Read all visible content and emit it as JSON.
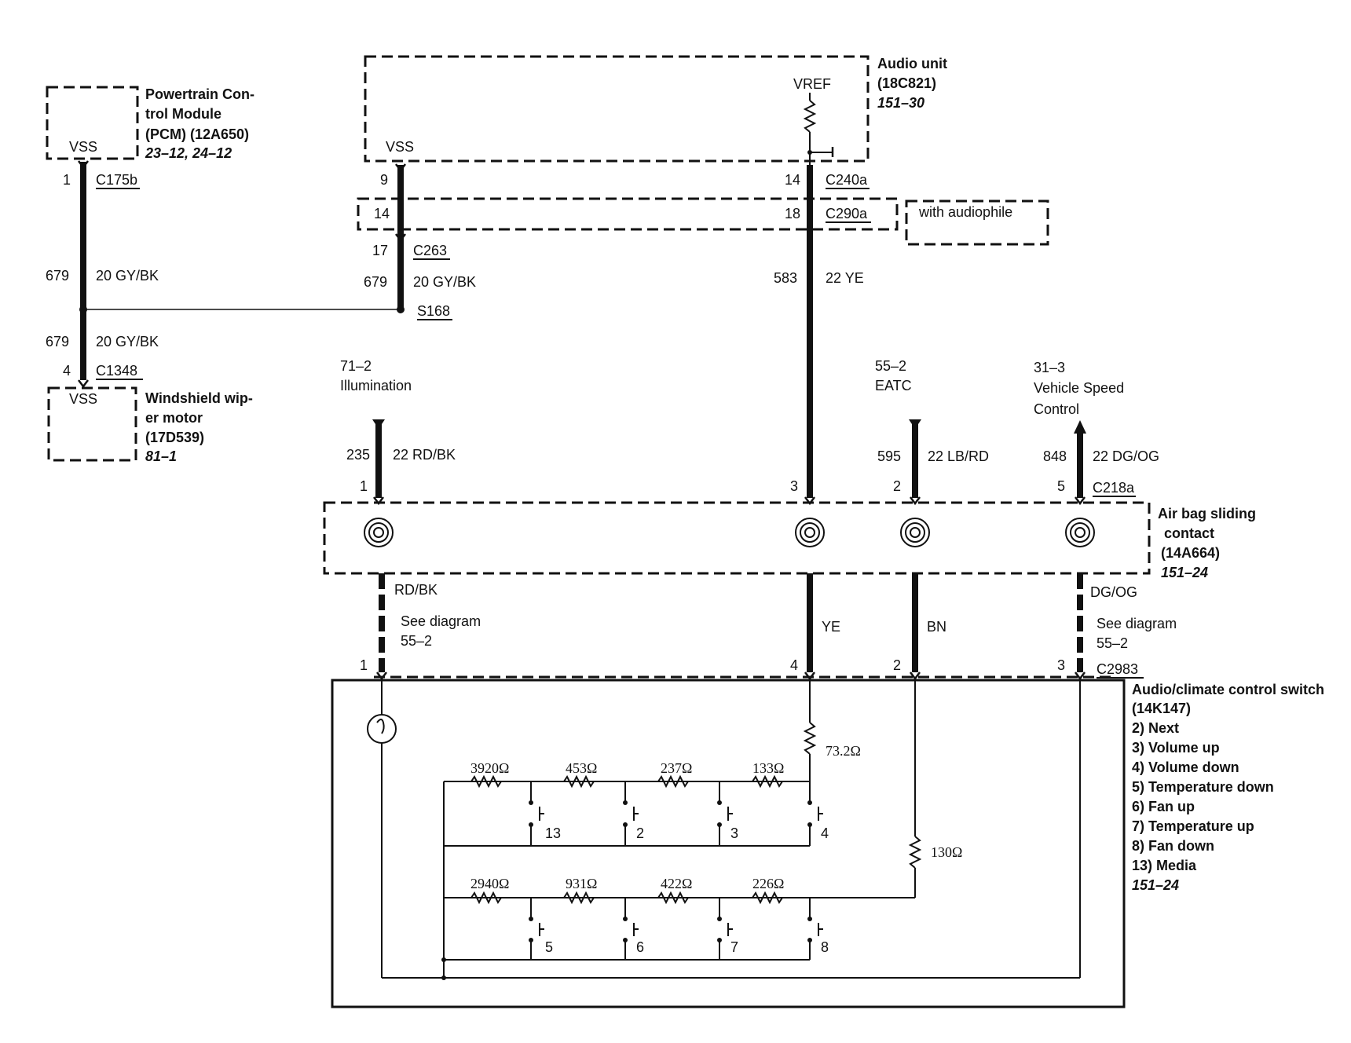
{
  "modules": {
    "pcm": {
      "lines": [
        "Powertrain Con-",
        "trol Module",
        "(PCM) (12A650)"
      ],
      "ref": "23–12, 24–12",
      "pin": "VSS"
    },
    "audio_unit": {
      "lines": [
        "Audio unit",
        "(18C821)"
      ],
      "ref": "151–30",
      "pin_vss": "VSS",
      "pin_vref": "VREF"
    },
    "wiper": {
      "lines": [
        "Windshield wip-",
        "er motor",
        "(17D539)"
      ],
      "ref": "81–1",
      "pin": "VSS"
    },
    "airbag": {
      "lines": [
        "Air bag sliding",
        "contact",
        "(14A664)"
      ],
      "ref": "151–24"
    },
    "switch": {
      "lines": [
        "Audio/climate control switch",
        "(14K147)"
      ],
      "ref": "151–24",
      "items": [
        "2)   Next",
        "3)   Volume up",
        "4)   Volume down",
        "5)   Temperature down",
        "6)   Fan up",
        "7)   Temperature up",
        "8)   Fan down",
        "13) Media"
      ]
    }
  },
  "audiophile_note": "with audiophile",
  "connectors": {
    "c175b": {
      "name": "C175b",
      "pin": "1"
    },
    "c1348": {
      "name": "C1348",
      "pin": "4"
    },
    "c240a": {
      "name": "C240a",
      "pin_left": "9",
      "pin_right": "14"
    },
    "c290a": {
      "name": "C290a",
      "pin_left": "14",
      "pin_right": "18"
    },
    "c263": {
      "name": "C263",
      "pin": "17"
    },
    "s168": {
      "name": "S168"
    },
    "c218a": {
      "name": "C218a",
      "pins": [
        "1",
        "3",
        "2",
        "5"
      ]
    },
    "c2983": {
      "name": "C2983",
      "pins": [
        "1",
        "4",
        "2",
        "3"
      ]
    }
  },
  "wires": {
    "pcm_upper": {
      "circuit": "679",
      "color": "20 GY/BK"
    },
    "pcm_lower": {
      "circuit": "679",
      "color": "20 GY/BK"
    },
    "audio_vss": {
      "circuit": "679",
      "color": "20 GY/BK"
    },
    "audio_vref": {
      "circuit": "583",
      "color": "22 YE"
    },
    "illum": {
      "circuit": "235",
      "color": "22 RD/BK"
    },
    "eatc": {
      "circuit": "595",
      "color": "22 LB/RD"
    },
    "vsc": {
      "circuit": "848",
      "color": "22 DG/OG"
    }
  },
  "refs": {
    "illum": {
      "ref": "71–2",
      "name": "Illumination"
    },
    "eatc": {
      "ref": "55–2",
      "name": "EATC"
    },
    "vsc": {
      "ref": "31–3",
      "name": [
        "Vehicle Speed",
        "Control"
      ]
    }
  },
  "lower_wires": {
    "rdbk": "RD/BK",
    "ye": "YE",
    "bn": "BN",
    "dgog": "DG/OG",
    "see_left": [
      "See diagram",
      "55–2"
    ],
    "see_right": [
      "See diagram",
      "55–2"
    ]
  },
  "resistors": {
    "top_series": "73.2Ω",
    "row1": [
      "3920Ω",
      "453Ω",
      "237Ω",
      "133Ω"
    ],
    "row2": [
      "2940Ω",
      "931Ω",
      "422Ω",
      "226Ω"
    ],
    "bn_series": "130Ω"
  },
  "switches": {
    "row1": [
      "13",
      "2",
      "3",
      "4"
    ],
    "row2": [
      "5",
      "6",
      "7",
      "8"
    ]
  }
}
